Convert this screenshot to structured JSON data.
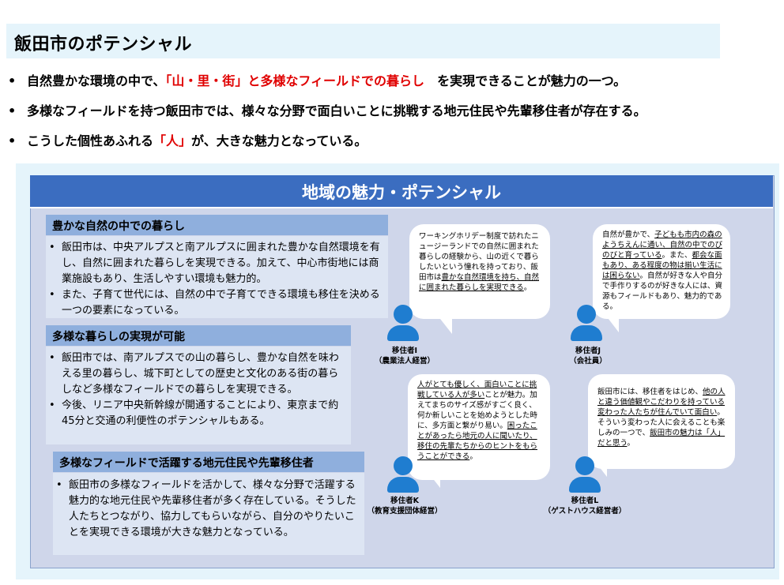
{
  "title": "飯田市のポテンシャル",
  "bullets": [
    {
      "pre": "自然豊かな環境の中で、",
      "red": "「山・里・街」と多様なフィールドでの暮らし",
      "post": "　を実現できることが魅力の一つ。"
    },
    {
      "pre": "多様なフィールドを持つ飯田市では、様々な分野で面白いことに挑戦する地元住民や先輩移住者が存在する。",
      "red": "",
      "post": ""
    },
    {
      "pre": "こうした個性あふれる",
      "red": "「人」",
      "post": "が、大きな魅力となっている。"
    }
  ],
  "panel_title": "地域の魅力・ポテンシャル",
  "sections": [
    {
      "heading": "豊かな自然の中での暮らし",
      "items": [
        "飯田市は、中央アルプスと南アルプスに囲まれた豊かな自然環境を有し、自然に囲まれた暮らしを実現できる。加えて、中心市街地には商業施設もあり、生活しやすい環境も魅力的。",
        "また、子育て世代には、自然の中で子育てできる環境も移住を決める一つの要素になっている。"
      ]
    },
    {
      "heading": "多様な暮らしの実現が可能",
      "items": [
        "飯田市では、南アルプスでの山の暮らし、豊かな自然を味わえる里の暮らし、城下町としての歴史と文化のある街の暮らしなど多様なフィールドでの暮らしを実現できる。",
        "今後、リニア中央新幹線が開通することにより、東京まで約45分と交通の利便性のポテンシャルもある。"
      ]
    },
    {
      "heading": "多様なフィールドで活躍する地元住民や先輩移住者",
      "items": [
        "飯田市の多様なフィールドを活かして、様々な分野で活躍する魅力的な地元住民や先輩移住者が多く存在している。そうした人たちとつながり、協力してもらいながら、自分のやりたいことを実現できる環境が大きな魅力となっている。"
      ]
    }
  ],
  "testimonials": [
    {
      "name": "移住者I",
      "role": "（農業法人経営）",
      "segments": [
        {
          "t": "ワーキングホリデー制度で訪れたニュージーランドでの自然に囲まれた暮らしの経験から、山の近くで暮らしたいという憧れを持っており、飯田市は",
          "u": false
        },
        {
          "t": "豊かな自然環境を持ち、自然に囲まれた暮らしを実現できる",
          "u": true
        },
        {
          "t": "。",
          "u": false
        }
      ]
    },
    {
      "name": "移住者J",
      "role": "（会社員）",
      "segments": [
        {
          "t": "自然が豊かで、",
          "u": false
        },
        {
          "t": "子どもも市内の森のようちえんに通い、自然の中でのびのびと育っている",
          "u": true
        },
        {
          "t": "。また、",
          "u": false
        },
        {
          "t": "都会な面もあり、ある程度の物は揃い生活には困らない",
          "u": true
        },
        {
          "t": "。自然が好きな人や自分で手作りするのが好きな人には、資源もフィールドもあり、魅力的である。",
          "u": false
        }
      ]
    },
    {
      "name": "移住者K",
      "role": "（教育支援団体経営）",
      "segments": [
        {
          "t": "人がとても優しく、面白いことに挑戦している人が多い",
          "u": true
        },
        {
          "t": "ことが魅力。加えてまちのサイズ感がすごく良く、何か新しいことを始めようとした時に、多方面と繋がり易い。",
          "u": false
        },
        {
          "t": "困ったことがあったら地元の人に聞いたり、移住の先輩たちからのヒントをもらうことができる",
          "u": true
        },
        {
          "t": "。",
          "u": false
        }
      ]
    },
    {
      "name": "移住者L",
      "role": "（ゲストハウス経営者）",
      "segments": [
        {
          "t": "飯田市には、移住者をはじめ、",
          "u": false
        },
        {
          "t": "他の人と違う価値観やこだわりを持っている変わった人たちが住んでいて面白い",
          "u": true
        },
        {
          "t": "。そういう変わった人に会えることも楽しみの一つで、",
          "u": false
        },
        {
          "t": "飯田市の魅力は「人」だと思う",
          "u": true
        },
        {
          "t": "。",
          "u": false
        }
      ]
    }
  ],
  "colors": {
    "accent_red": "#e00000",
    "band_blue": "#3b6dc0",
    "person_blue": "#1f7dd0",
    "section_head": "#8fafdd"
  }
}
